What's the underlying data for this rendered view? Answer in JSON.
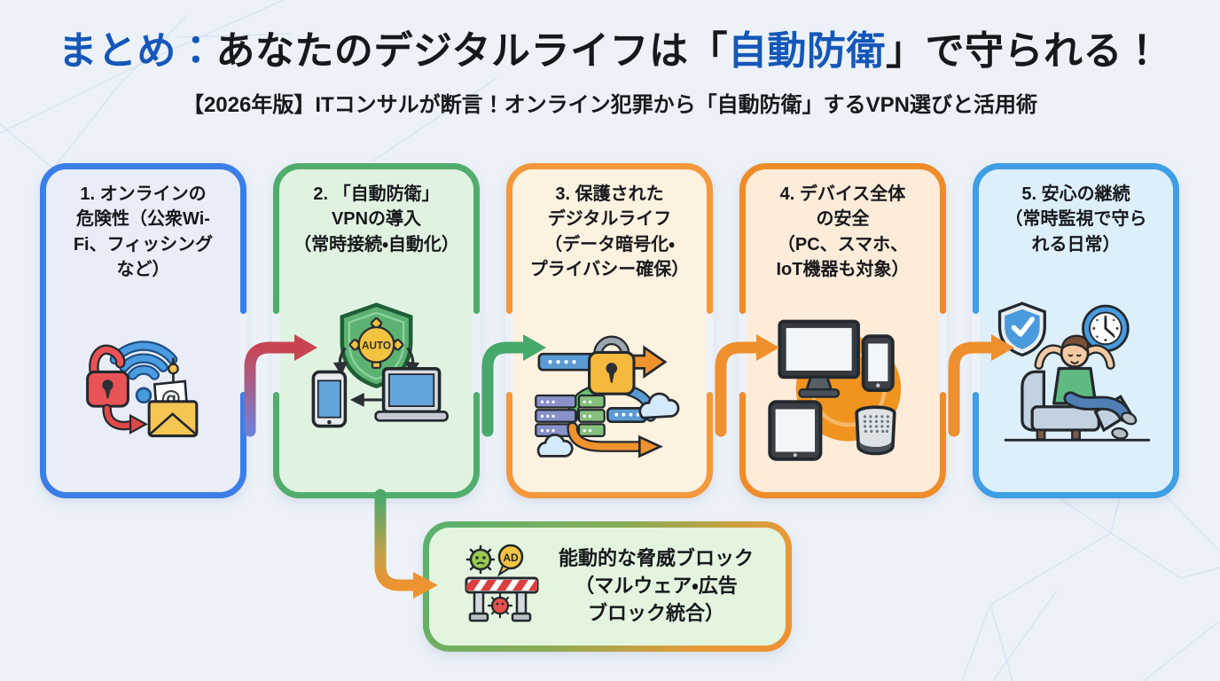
{
  "page": {
    "background_color": "#edf2f9"
  },
  "header": {
    "title": {
      "lead": "まとめ：",
      "before_accent": "あなたのデジタルライフは「",
      "accent": "自動防衛",
      "after_accent": "」で守られる！",
      "accent_color": "#1557b8",
      "text_color": "#17181c"
    },
    "subtitle": "【2026年版】ITコンサルが断言！オンライン犯罪から「自動防衛」するVPN選びと活用術"
  },
  "steps": [
    {
      "id": 1,
      "label": "1. オンラインの\n危険性（公衆Wi-\nFi、フィッシング\nなど）",
      "icon": "unsecured-wifi-phishing-icon",
      "border_color": "#3c7ee8",
      "bg_color": "#e8edf8"
    },
    {
      "id": 2,
      "label": "2. 「自動防衛」\nVPNの導入\n（常時接続・自動化）",
      "icon": "auto-vpn-shield-devices-icon",
      "border_color": "#51ad6c",
      "bg_color": "#e0f3e1"
    },
    {
      "id": 3,
      "label": "3. 保護された\nデジタルライフ\n（データ暗号化・\nプライバシー確保）",
      "icon": "encrypted-data-flow-icon",
      "border_color": "#f5973c",
      "bg_color": "#fdf1e0"
    },
    {
      "id": 4,
      "label": "4. デバイス全体\nの安全\n（PC、スマホ、\nIoT機器も対象）",
      "icon": "all-devices-protection-icon",
      "border_color": "#ef8c2a",
      "bg_color": "#fcecd9"
    },
    {
      "id": 5,
      "label": "5. 安心の継続\n（常時監視で守ら\nれる日常）",
      "icon": "relaxed-user-monitoring-icon",
      "border_color": "#3f9ee4",
      "bg_color": "#dceffb"
    }
  ],
  "callout": {
    "label": "能動的な脅威ブロック\n（マルウェア・広告\nブロック統合）",
    "icon": "threat-block-barrier-icon",
    "border_gradient": [
      "#55b26f",
      "#ee9030"
    ],
    "bg_color": "#e3f5df"
  },
  "arrows": [
    {
      "from": "step-1",
      "to": "step-2",
      "colors": [
        "#7080d6",
        "#c94453"
      ]
    },
    {
      "from": "step-2",
      "to": "step-3",
      "colors": [
        "#47a86b"
      ]
    },
    {
      "from": "step-3",
      "to": "step-4",
      "colors": [
        "#ef8f2d"
      ]
    },
    {
      "from": "step-4",
      "to": "step-5",
      "colors": [
        "#ef8f2d"
      ]
    },
    {
      "from": "step-2",
      "to": "callout",
      "colors": [
        "#4da96c",
        "#ef9330"
      ]
    }
  ]
}
